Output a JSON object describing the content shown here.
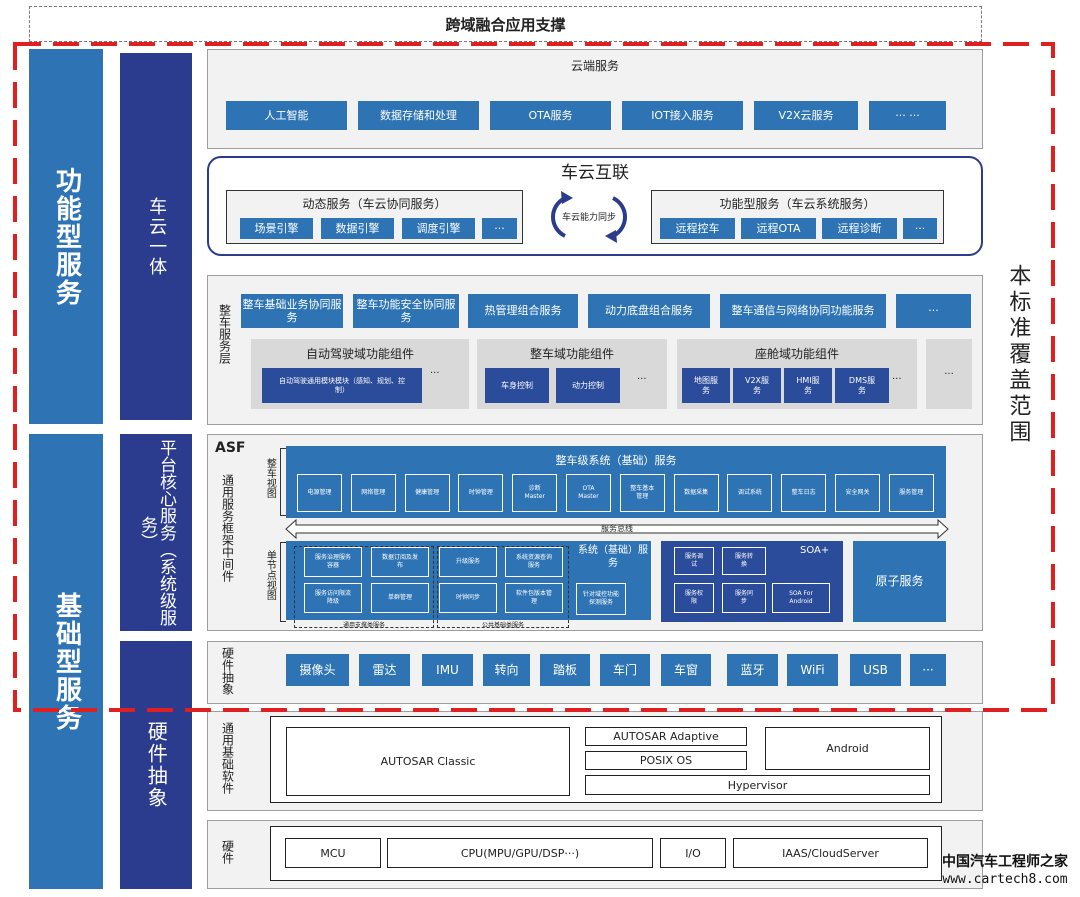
{
  "top_banner": "跨域融合应用支撑",
  "left_cols": {
    "functional": "功能型服务",
    "basic": "基础型服务",
    "car_cloud": "车云一体",
    "platform_core": "平台核心服务（系统级服务）",
    "hw_abstraction": "硬件抽象"
  },
  "coverage_label": "本标准覆盖范围",
  "cloud": {
    "title": "云端服务",
    "items": [
      "人工智能",
      "数据存储和处理",
      "OTA服务",
      "IOT接入服务",
      "V2X云服务",
      "··· ···"
    ]
  },
  "vc": {
    "title": "车云互联",
    "sync_label": "车云能力同步",
    "left_title": "动态服务（车云协同服务）",
    "left_items": [
      "场景引擎",
      "数据引擎",
      "调度引擎",
      "···"
    ],
    "right_title": "功能型服务（车云系统服务）",
    "right_items": [
      "远程控车",
      "远程OTA",
      "远程诊断",
      "···"
    ]
  },
  "vehicle_layer": {
    "label": "整车服务层",
    "top_items": [
      "整车基础业务协同服务",
      "整车功能安全协同服务",
      "热管理组合服务",
      "动力底盘组合服务",
      "整车通信与网络协同功能服务",
      "···"
    ],
    "ad": {
      "title": "自动驾驶域功能组件",
      "item": "自动驾驶通用模块模块（感知、规划、控制）",
      "dots": "···"
    },
    "vd": {
      "title": "整车域功能组件",
      "items": [
        "车身控制",
        "动力控制"
      ],
      "dots": "···"
    },
    "cd": {
      "title": "座舱域功能组件",
      "items": [
        "地图服务",
        "V2X服务",
        "HMI服务",
        "DMS服务"
      ],
      "dots": "···"
    },
    "dots": "···"
  },
  "asf": {
    "label": "ASF",
    "side_label": "通用服务框架中间件",
    "vehicle_view_label": "整车视图",
    "node_view_label": "单节点视图",
    "sys_title": "整车级系统（基础）服务",
    "sys_items": [
      "电源管理",
      "网络管理",
      "健康管理",
      "时钟管理",
      "诊断Master",
      "OTA Master",
      "整车基本管理",
      "数据采集",
      "调试系统",
      "整车日志",
      "安全网关",
      "服务管理"
    ],
    "bus_label": "服务总线",
    "node_title": "系统（基础）服务",
    "node_grid": [
      "服务治理服务容器",
      "数据订阅及发布",
      "升级服务",
      "系统资源查询服务",
      "服务访问限流降级",
      "单群管理",
      "时钟同步",
      "软件包版本管理"
    ],
    "special": "针对域控功能探测服务",
    "dashed_left": "通用支撑类服务",
    "dashed_right": "公共基础类服务",
    "soa_title": "SOA+",
    "soa_items": [
      "服务调试",
      "服务转换",
      "服务权限",
      "服务同步",
      "SOA For Android"
    ],
    "atomic": "原子服务"
  },
  "hw_abs": {
    "label": "硬件抽象",
    "items": [
      "摄像头",
      "雷达",
      "IMU",
      "转向",
      "踏板",
      "车门",
      "车窗",
      "蓝牙",
      "WiFi",
      "USB",
      "···"
    ]
  },
  "software": {
    "label": "通用基础软件",
    "classic": "AUTOSAR Classic",
    "adaptive": "AUTOSAR Adaptive",
    "posix": "POSIX OS",
    "android": "Android",
    "hypervisor": "Hypervisor"
  },
  "hardware": {
    "label": "硬件",
    "items": [
      "MCU",
      "CPU(MPU/GPU/DSP···)",
      "I/O",
      "IAAS/CloudServer"
    ]
  },
  "watermark": {
    "line1": "中国汽车工程师之家",
    "line2": "www.cartech8.com"
  },
  "colors": {
    "blue": "#2e74b5",
    "navy": "#2b3c8f",
    "soa": "#2b4c9b",
    "red": "#e02020"
  }
}
